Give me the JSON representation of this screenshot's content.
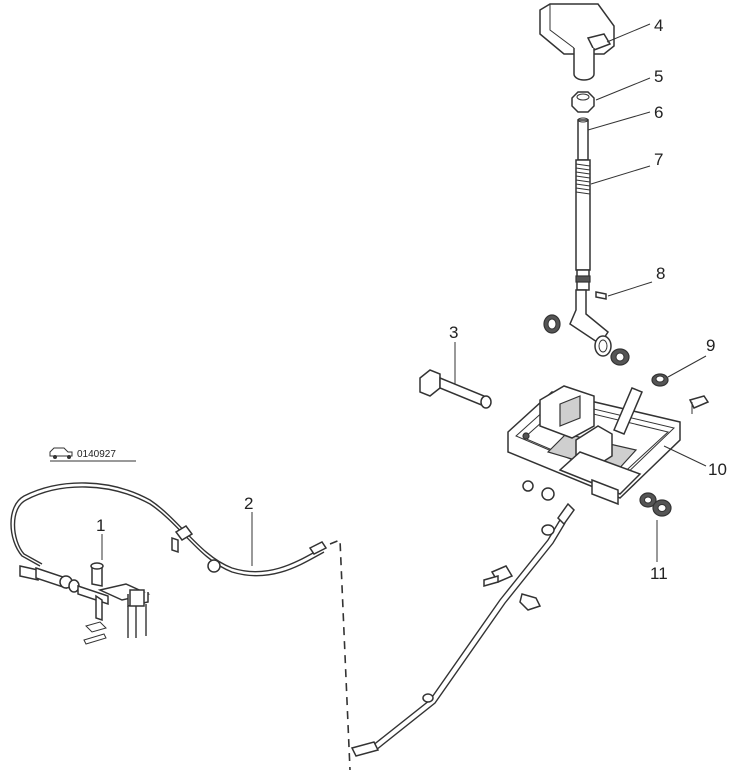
{
  "diagram": {
    "reference_code": "0140927",
    "callouts": [
      "1",
      "2",
      "3",
      "4",
      "5",
      "6",
      "7",
      "8",
      "9",
      "10",
      "11"
    ]
  }
}
